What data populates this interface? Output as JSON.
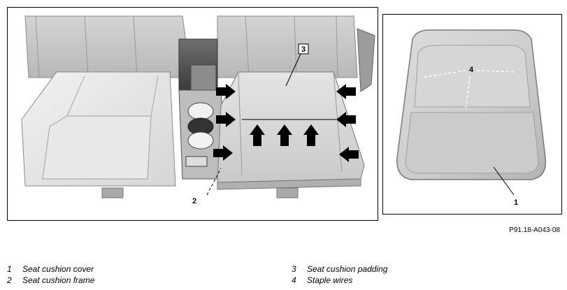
{
  "callouts": {
    "c1": "1",
    "c2": "2",
    "c3": "3",
    "c4": "4"
  },
  "figure_code": "P91.18-A043-08",
  "legend": [
    {
      "num": "1",
      "label": "Seat cushion cover"
    },
    {
      "num": "2",
      "label": "Seat cushion frame"
    },
    {
      "num": "3",
      "label": "Seat cushion padding"
    },
    {
      "num": "4",
      "label": "Staple wires"
    }
  ]
}
